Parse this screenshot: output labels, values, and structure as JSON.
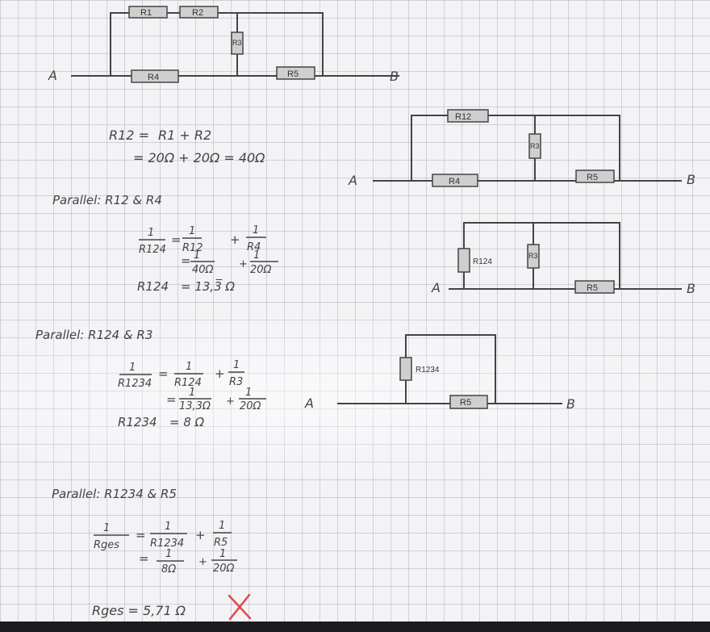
{
  "circuits": {
    "c1": {
      "a": "A",
      "b": "B",
      "r1": "R1",
      "r2": "R2",
      "r3": "R3",
      "r4": "R4",
      "r5": "R5"
    },
    "c2": {
      "a": "A",
      "b": "B",
      "r12": "R12",
      "r3": "R3",
      "r4": "R4",
      "r5": "R5"
    },
    "c3": {
      "a": "A",
      "b": "B",
      "r124": "R124",
      "r3": "R3",
      "r5": "R5"
    },
    "c4": {
      "a": "A",
      "b": "B",
      "r1234": "R1234",
      "r5": "R5"
    }
  },
  "step1": {
    "line1_left": "R12 =",
    "line1_right": "R1 + R2",
    "line2": "= 20Ω + 20Ω = 40Ω"
  },
  "step2": {
    "heading": "Parallel: R12 & R4",
    "one": "1",
    "lhs_den": "R124",
    "t1_den": "R12",
    "t2_den": "R4",
    "num_t1_den": "40Ω",
    "num_t2_den": "20Ω",
    "result_left": "R124",
    "result_right": "= 13,3̅ Ω",
    "eq": "=",
    "plus": "+"
  },
  "step3": {
    "heading": "Parallel: R124 & R3",
    "one": "1",
    "lhs_den": "R1234",
    "t1_den": "R124",
    "t2_den": "R3",
    "num_t1_den": "13,3Ω",
    "num_t2_den": "20Ω",
    "result_left": "R1234",
    "result_right": "= 8 Ω",
    "eq": "=",
    "plus": "+"
  },
  "step4": {
    "heading": "Parallel: R1234 & R5",
    "one": "1",
    "lhs_den": "Rges",
    "t1_den": "R1234",
    "t2_den": "R5",
    "num_t1_den": "8Ω",
    "num_t2_den": "20Ω",
    "result": "Rges = 5,71 Ω",
    "eq": "=",
    "plus": "+"
  },
  "colors": {
    "ink": "#444444",
    "mark": "#e04a4a",
    "resistor": "#cfcfcf"
  },
  "mark_icon": "x-mark-icon"
}
